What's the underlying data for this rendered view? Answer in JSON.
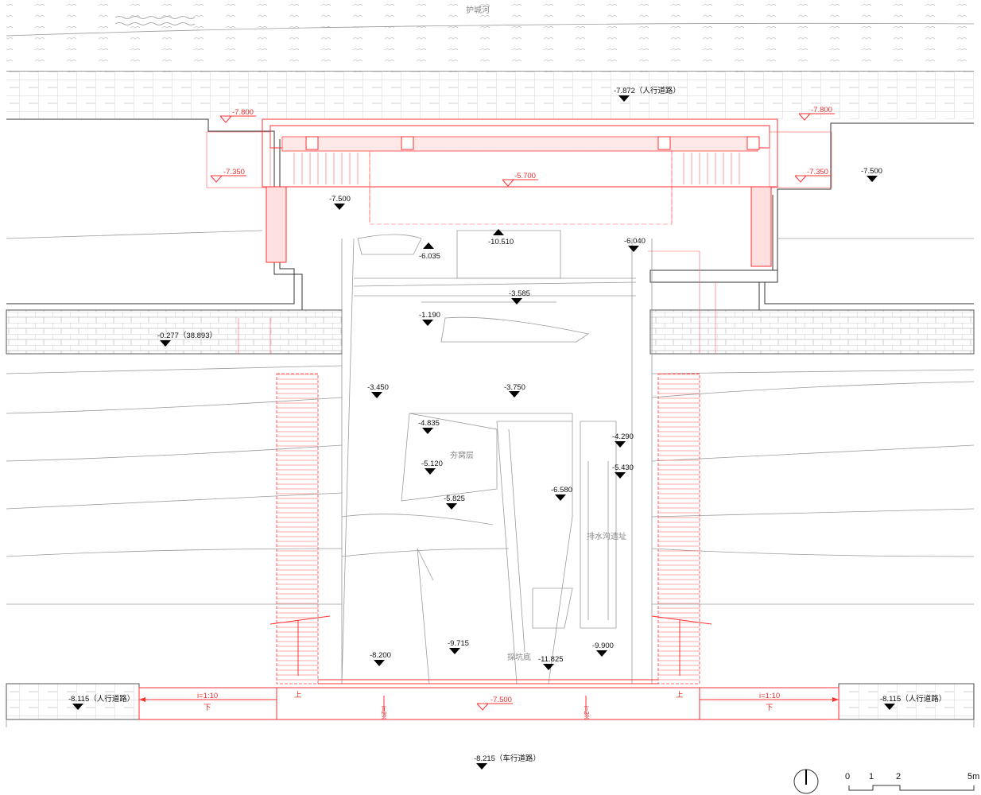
{
  "title": "Excavation site plan",
  "area_labels": {
    "moat": "护城河",
    "rammed_layer": "夯窝层",
    "drain_ruins": "排水沟遗址",
    "pit_bottom": "探坑底"
  },
  "elevations": [
    "-7.872（人行道路）",
    "-7.500",
    "-7.500",
    "-10.510",
    "-6.035",
    "-6.040",
    "-3.585",
    "-1.190",
    "-0.277（38.893）",
    "-3.450",
    "-3.750",
    "-4.835",
    "-4.290",
    "-5.120",
    "-5.430",
    "-5.825",
    "-6.580",
    "-8.200",
    "-9.715",
    "-9.900",
    "-11.825",
    "-8.115（人行道路）",
    "-8.115（人行道路）",
    "-8.215（车行道路）"
  ],
  "red_elevations": [
    "-7.800",
    "-7.800",
    "-7.350",
    "-7.350",
    "-5.700",
    "-7.500"
  ],
  "ramps": {
    "slope": "i=1:10",
    "down": "下",
    "up": "上",
    "drain_slope": "i=2%"
  },
  "scale_bar": {
    "ticks": [
      "0",
      "1",
      "2",
      "5m"
    ]
  },
  "colors": {
    "red": "#ff3030",
    "line": "#9a9a9a",
    "marker": "#000000"
  }
}
